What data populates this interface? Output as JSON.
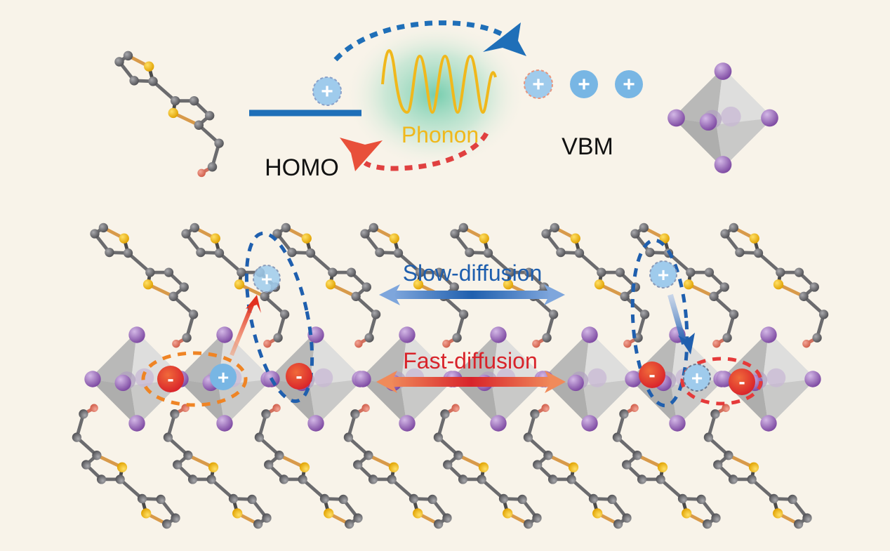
{
  "top": {
    "homo_label": "HOMO",
    "vbm_label": "VBM",
    "phonon_label": "Phonon",
    "hole_symbol": "+"
  },
  "bottom": {
    "slow_label": "Slow-diffusion",
    "fast_label": "Fast-diffusion",
    "hole_symbol": "+",
    "electron_symbol": "-"
  },
  "colors": {
    "background": "#f8f3e9",
    "homo_line": "#1f6fb8",
    "vbm_line": "#e0141b",
    "phonon": "#f0b81c",
    "slow": "#1f5fae",
    "fast": "#d8232a",
    "carbon": "#6b6b6e",
    "sulfur": "#f2b705",
    "oxygen": "#e07a66",
    "iodine": "#8d5bb0",
    "octahedron": "#c9c9c9",
    "hole": "#78b6e4",
    "electron": "#e8462a",
    "exciton_ring_orange": "#ef8424",
    "exciton_ring_red": "#e53a3a",
    "exciton_ring_blue": "#1f5fae"
  }
}
